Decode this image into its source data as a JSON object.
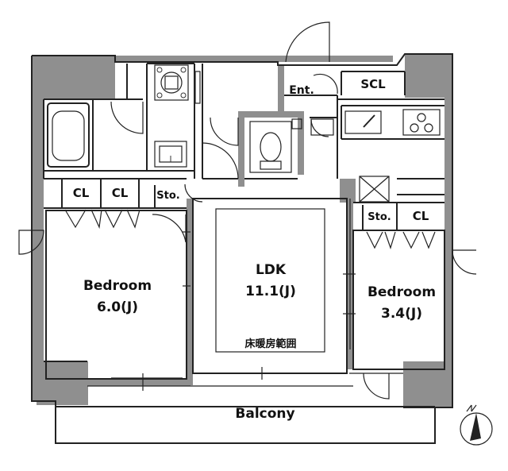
{
  "rooms": {
    "bedroom_left": {
      "name": "Bedroom",
      "size": "6.0(J)"
    },
    "ldk": {
      "name": "LDK",
      "size": "11.1(J)",
      "note": "床暖房範囲"
    },
    "bedroom_right": {
      "name": "Bedroom",
      "size": "3.4(J)"
    },
    "balcony": {
      "name": "Balcony"
    }
  },
  "labels": {
    "entrance": "Ent.",
    "scl": "SCL",
    "cl_1": "CL",
    "cl_2": "CL",
    "cl_3": "CL",
    "storage_left": "Sto.",
    "storage_right": "Sto."
  },
  "colors": {
    "wall": "#8f8f8f",
    "line": "#222222",
    "background": "#ffffff"
  },
  "icons": [
    "gas-stove-icon",
    "washer-icon",
    "toilet-icon",
    "bathtub-icon",
    "induction-cooktop-icon",
    "ventilation-icon",
    "north-arrow-icon"
  ]
}
